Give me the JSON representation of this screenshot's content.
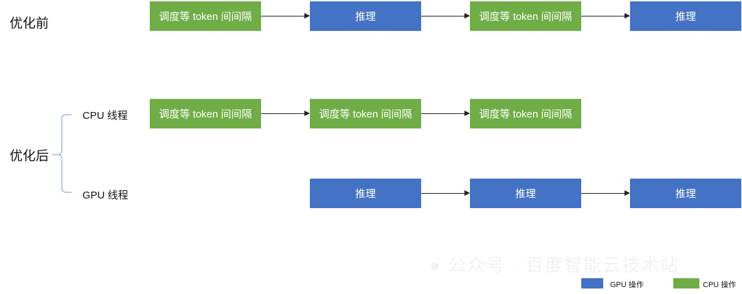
{
  "before": {
    "label": "优化前",
    "steps": [
      "调度等 token 间间隔",
      "推理",
      "调度等 token 间间隔",
      "推理"
    ]
  },
  "after": {
    "label": "优化后",
    "cpu_thread": {
      "label": "CPU 线程",
      "steps": [
        "调度等 token 间间隔",
        "调度等 token 间间隔",
        "调度等 token 间间隔"
      ]
    },
    "gpu_thread": {
      "label": "GPU 线程",
      "steps": [
        "推理",
        "推理",
        "推理"
      ]
    }
  },
  "legend": {
    "gpu": {
      "label": "GPU 操作",
      "color": "#4472c4"
    },
    "cpu": {
      "label": "CPU 操作",
      "color": "#70ad47"
    }
  },
  "watermark": "公众号 · 百度智能云技术站"
}
